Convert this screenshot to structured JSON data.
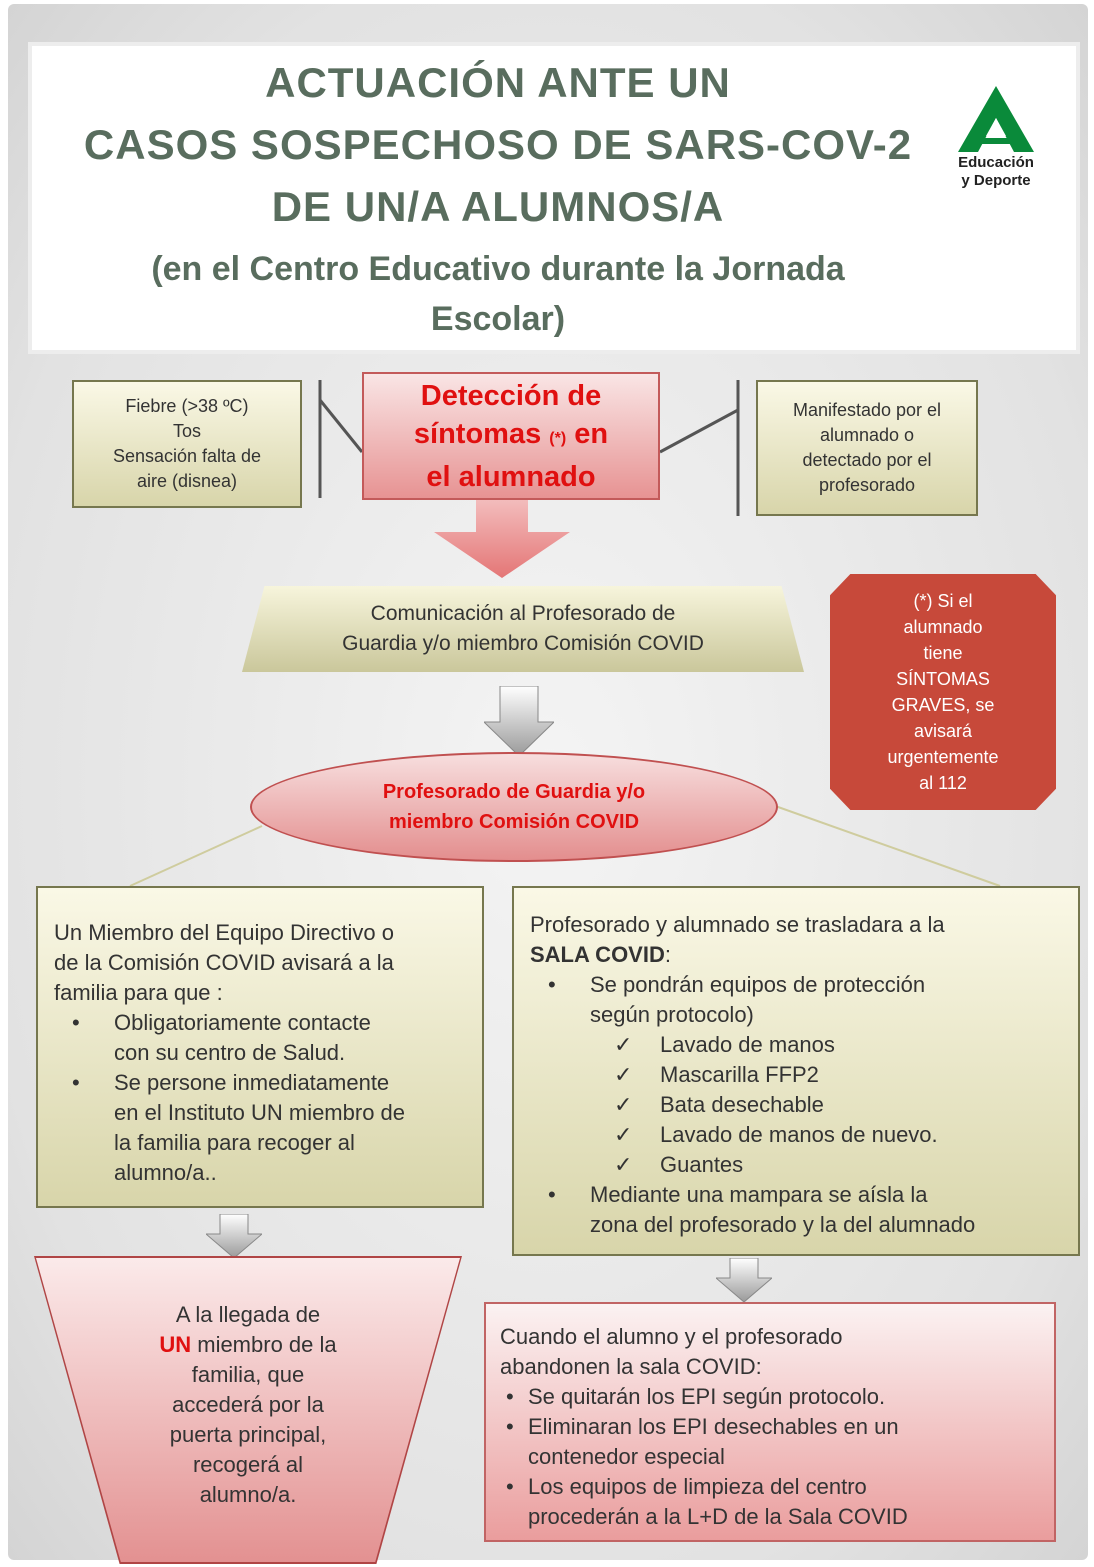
{
  "colors": {
    "title": "#596d5e",
    "alert_red": "#e01010",
    "severe_box": "#c7493a",
    "olive_border": "#76774e"
  },
  "header": {
    "title_lines": [
      "ACTUACIÓN ANTE UN",
      "CASOS SOSPECHOSO DE SARS-COV-2",
      "DE UN/A ALUMNOS/A"
    ],
    "subtitle_lines": [
      "(en el Centro Educativo durante la Jornada",
      "Escolar)"
    ],
    "logo": {
      "icon": "junta-andalucia-logo-icon",
      "line1": "Educación",
      "line2": "y Deporte"
    }
  },
  "symptoms_box": {
    "lines": [
      "Fiebre (>38 ºC)",
      "Tos",
      "Sensación falta de",
      "aire (disnea)"
    ]
  },
  "detection": {
    "line1": "Detección de",
    "line2": "síntomas",
    "marker": "(*)",
    "line2_end": "en",
    "line3": "el alumnado"
  },
  "manifest_box": {
    "lines": [
      "Manifestado por el",
      "alumnado o",
      "detectado por el",
      "profesorado"
    ]
  },
  "communication": {
    "lines": [
      "Comunicación al Profesorado de",
      "Guardia y/o miembro Comisión COVID"
    ]
  },
  "severe_note": {
    "lines": [
      "(*) Si el",
      "alumnado",
      "tiene",
      "SÍNTOMAS",
      "GRAVES, se",
      "avisará",
      "urgentemente",
      "al 112"
    ]
  },
  "guard": {
    "lines": [
      "Profesorado de Guardia y/o",
      "miembro Comisión COVID"
    ]
  },
  "left_panel": {
    "intro_lines": [
      "Un Miembro del Equipo Directivo o",
      "de la Comisión COVID avisará a la",
      "familia para que :"
    ],
    "bullets": [
      [
        "Obligatoriamente contacte",
        "con su centro de Salud."
      ],
      [
        "Se persone inmediatamente",
        "en el Instituto UN miembro de",
        "la familia para recoger al",
        "alumno/a.."
      ]
    ]
  },
  "right_panel": {
    "intro": "Profesorado y alumnado se trasladara a la",
    "room": "SALA COVID",
    "room_suffix": ":",
    "bullet1": [
      "Se pondrán equipos de protección",
      "según protocolo)"
    ],
    "checks": [
      "Lavado de manos",
      "Mascarilla FFP2",
      "Bata desechable",
      "Lavado de manos de nuevo.",
      "Guantes"
    ],
    "bullet2": [
      "Mediante una mampara se aísla la",
      "zona del profesorado y la del alumnado"
    ]
  },
  "arrival": {
    "line1": "A la llegada de",
    "highlight": "UN",
    "line2_rest": " miembro de la",
    "lines_rest": [
      "familia, que",
      "accederá por la",
      "puerta principal,",
      "recogerá al",
      "alumno/a."
    ]
  },
  "exit": {
    "intro_lines": [
      "Cuando el alumno y el profesorado",
      "abandonen la sala COVID:"
    ],
    "bullets": [
      [
        "Se quitarán los EPI según protocolo."
      ],
      [
        "Eliminaran los EPI desechables en un",
        "contenedor especial"
      ],
      [
        "Los equipos de limpieza del centro",
        "procederán a la L+D de la Sala COVID"
      ]
    ]
  }
}
